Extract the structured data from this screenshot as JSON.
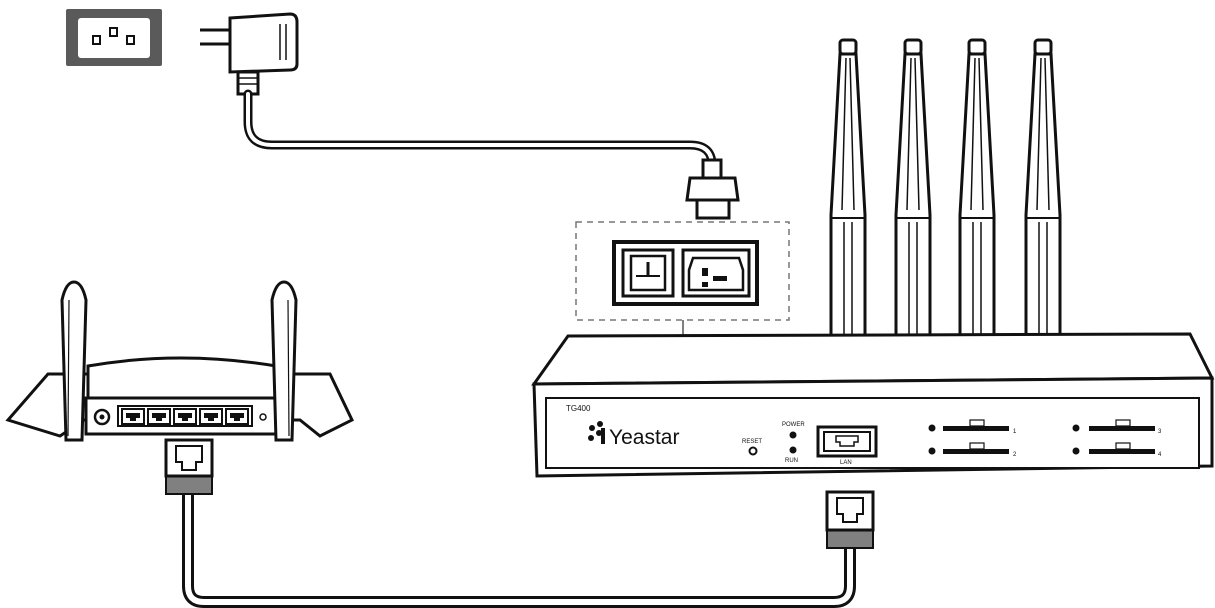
{
  "device": {
    "model": "TG400",
    "brand": "Yeastar",
    "reset_label": "RESET",
    "power_label": "POWER",
    "run_label": "RUN",
    "lan_label": "LAN",
    "slots": [
      {
        "number": "1"
      },
      {
        "number": "2"
      },
      {
        "number": "3"
      },
      {
        "number": "4"
      }
    ],
    "antenna_count": 4
  },
  "router": {
    "lan_port_count": 5
  },
  "colors": {
    "ink": "#111111",
    "panel_gray": "#5a5a5a",
    "boot_gray": "#808080",
    "white": "#ffffff"
  },
  "icons": [
    "power-outlet-icon",
    "power-adapter-icon",
    "power-switch-icon",
    "iec-inlet-icon",
    "rj45-connector-icon",
    "yeastar-logo-icon"
  ]
}
